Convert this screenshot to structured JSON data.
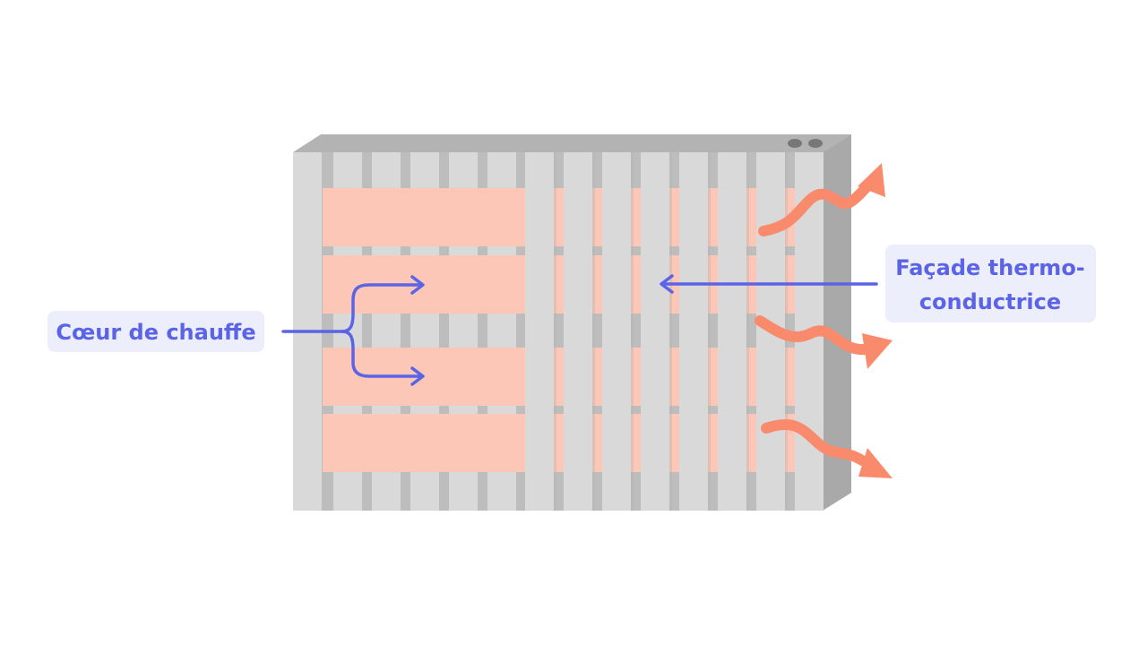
{
  "labels": {
    "heating_core": "Cœur de chauffe",
    "facade_line1": "Façade thermo-",
    "facade_line2": "conductrice"
  },
  "colors": {
    "label_text": "#5b63e6",
    "label_bg": "#eceefb",
    "arrow": "#5b63e6",
    "heat_arrow": "#fa8a6c",
    "heating_element": "#fcc7b6",
    "slat": "#d9d9d9",
    "frame_shadow": "#b3b3b3",
    "frame_dark": "#a9a9a9",
    "gap": "#bdbdbd",
    "knob": "#777777"
  }
}
